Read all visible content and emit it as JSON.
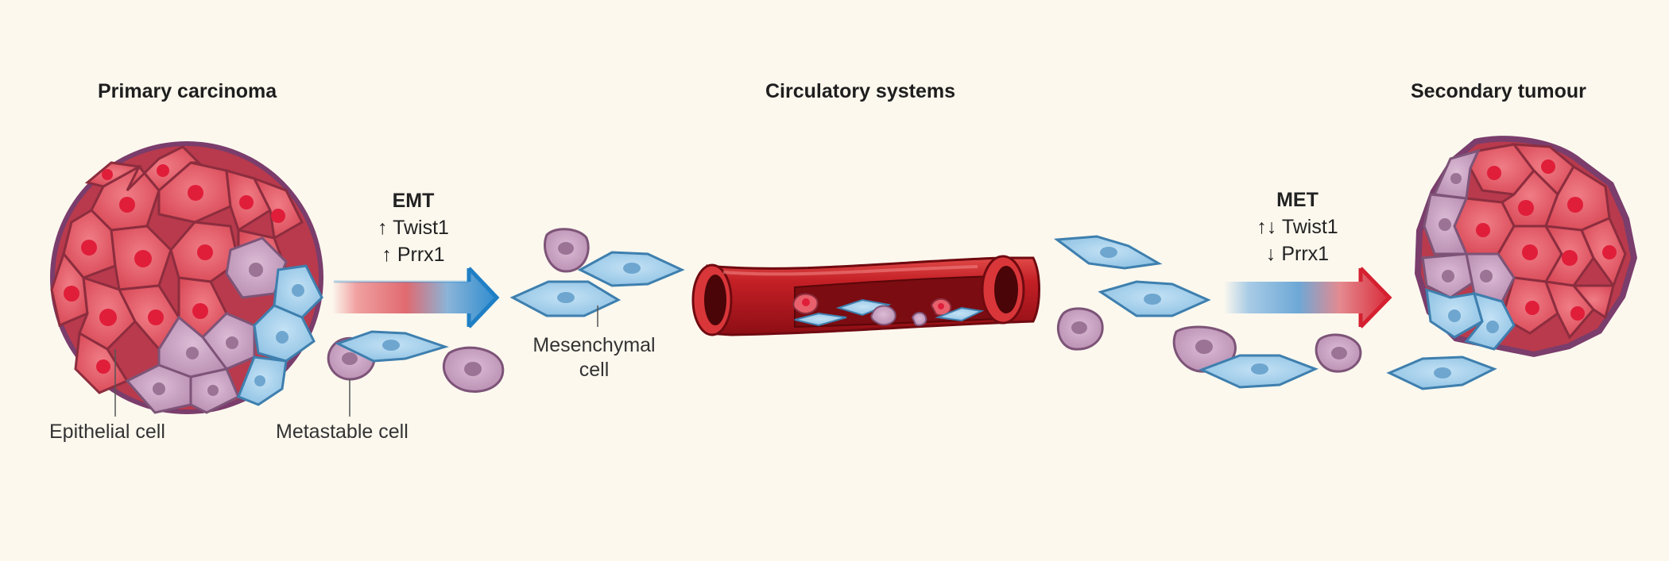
{
  "titles": {
    "primary": "Primary carcinoma",
    "circulatory": "Circulatory systems",
    "secondary": "Secondary tumour"
  },
  "emt": {
    "heading": "EMT",
    "line1": "↑ Twist1",
    "line2": "↑ Prrx1"
  },
  "met": {
    "heading": "MET",
    "line1": "↑↓ Twist1",
    "line2": "↓ Prrx1"
  },
  "labels": {
    "epithelial": "Epithelial cell",
    "metastable": "Metastable cell",
    "mesenchymal_1": "Mesenchymal",
    "mesenchymal_2": "cell"
  },
  "colors": {
    "background": "#fcf8ee",
    "epithelial": "#e8606c",
    "metastable": "#cfa9c6",
    "mesenchymal": "#a9d2ec",
    "vessel": "#b8161c",
    "emt_arrow": "#1f7fc4",
    "met_arrow": "#d42030"
  }
}
